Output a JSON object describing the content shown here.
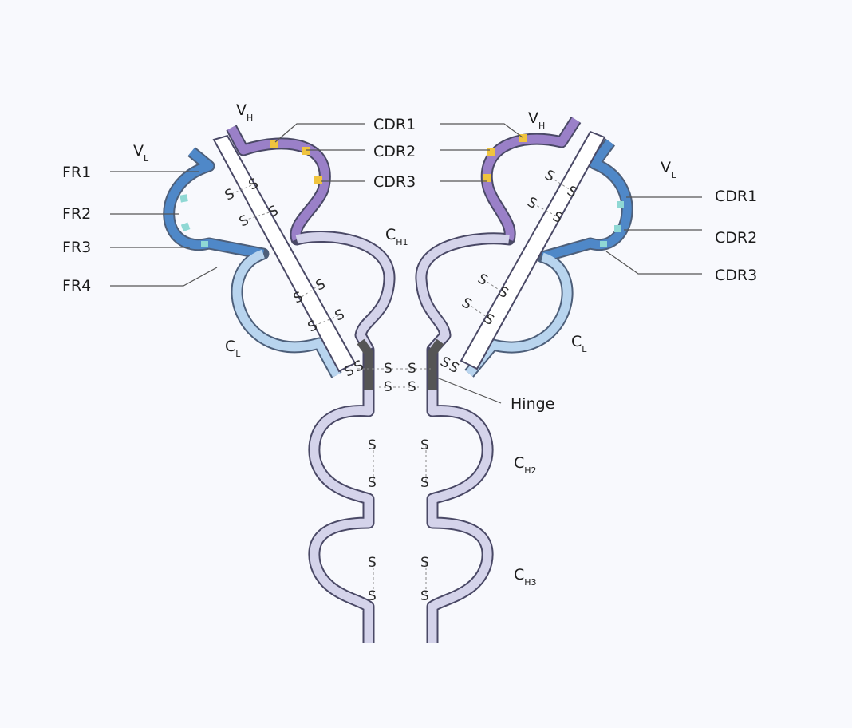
{
  "colors": {
    "heavy_constant": "#d4d3ea",
    "vh": "#9a80c8",
    "vl": "#4f88c8",
    "light_constant": "#b8d4ee",
    "cdr_heavy": "#f0c43e",
    "cdr_light": "#8fd8d4",
    "hinge": "#555555"
  },
  "labels": {
    "vh": "V",
    "vh_sub": "H",
    "vl": "V",
    "vl_sub": "L",
    "ch1": "C",
    "ch1_sub": "H1",
    "ch2": "C",
    "ch2_sub": "H2",
    "ch3": "C",
    "ch3_sub": "H3",
    "cl": "C",
    "cl_sub": "L",
    "hinge": "Hinge",
    "fr1": "FR1",
    "fr2": "FR2",
    "fr3": "FR3",
    "fr4": "FR4",
    "cdr1": "CDR1",
    "cdr2": "CDR2",
    "cdr3": "CDR3",
    "disulfide": "S"
  }
}
